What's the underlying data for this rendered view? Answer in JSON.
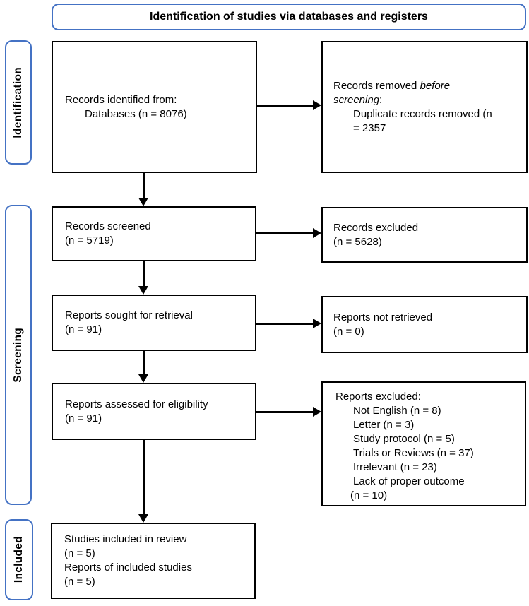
{
  "header": {
    "title": "Identification of studies via databases and registers"
  },
  "stages": {
    "identification": "Identification",
    "screening": "Screening",
    "included": "Included"
  },
  "boxes": {
    "records_identified": {
      "line1": "Records identified from:",
      "line2": "Databases (n = 8076)"
    },
    "records_removed": {
      "line1_regular": "Records removed ",
      "line1_italic": "before",
      "line2_italic": "screening",
      "line2_regular": ":",
      "line3": "Duplicate records removed (n",
      "line4": "= 2357"
    },
    "records_screened": {
      "line1": "Records screened",
      "line2": "(n = 5719)"
    },
    "records_excluded": {
      "line1": "Records excluded",
      "line2": "(n = 5628)"
    },
    "reports_sought": {
      "line1": "Reports sought for retrieval",
      "line2": "(n = 91)"
    },
    "reports_not_retrieved": {
      "line1": "Reports not retrieved",
      "line2": "(n = 0)"
    },
    "reports_assessed": {
      "line1": "Reports assessed for eligibility",
      "line2": "(n = 91)"
    },
    "reports_excluded": {
      "title": "Reports excluded:",
      "items": [
        "Not English (n = 8)",
        "Letter (n = 3)",
        "Study protocol (n = 5)",
        "Trials or Reviews (n = 37)",
        "Irrelevant (n = 23)",
        "Lack of proper outcome"
      ],
      "wrap_line": " (n = 10)"
    },
    "studies_included": {
      "line1": "Studies included in review",
      "line2": "(n = 5)",
      "line3": "Reports of included studies",
      "line4": "(n = 5)"
    }
  },
  "colors": {
    "accent_blue": "#4472C4",
    "box_border": "#000000",
    "background": "#ffffff"
  }
}
